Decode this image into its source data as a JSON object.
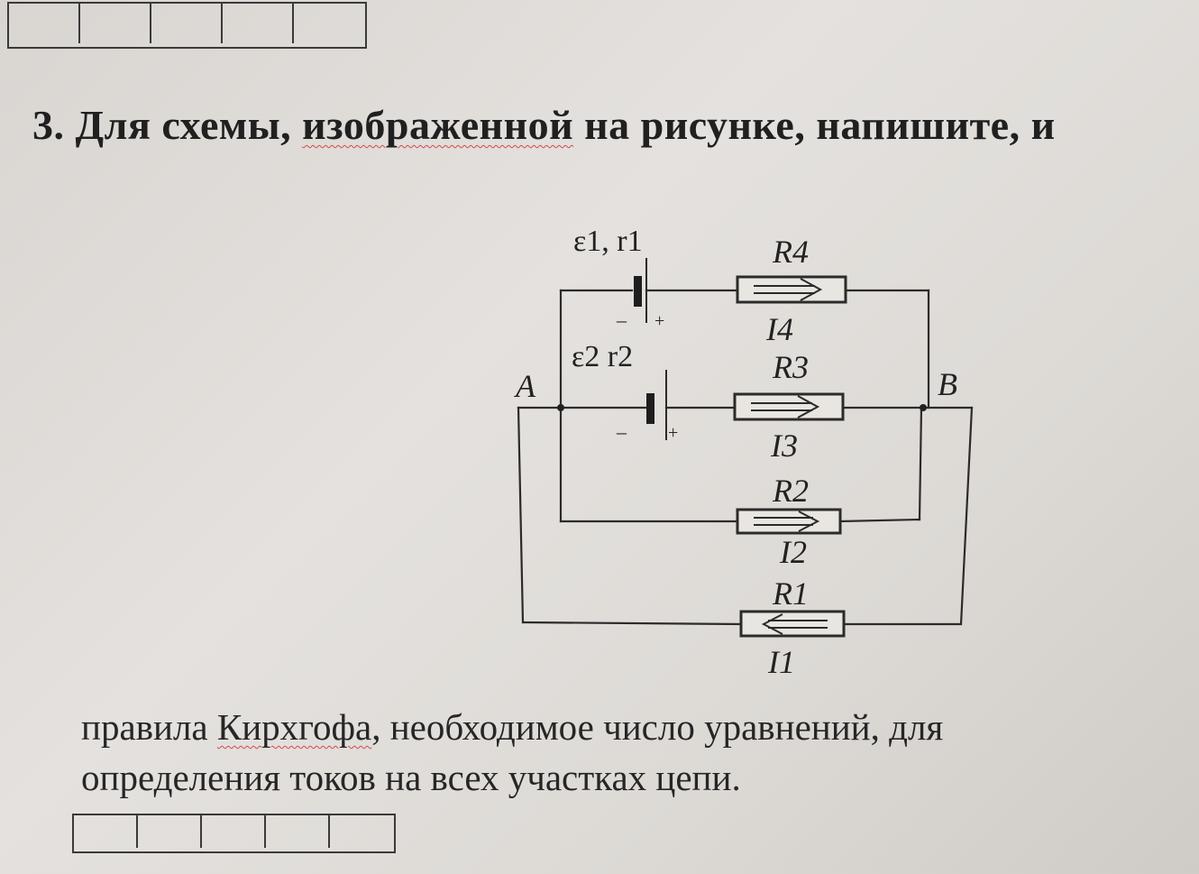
{
  "question": {
    "number": "3.",
    "text_pre": "Для схемы, ",
    "text_flagged": "изображенной",
    "text_post": " на рисунке, напишите, и",
    "continuation_pre": "правила ",
    "continuation_flagged": "Кирхгофа",
    "continuation_post": ", необходимое число уравнений, для",
    "continuation_line2": "определения токов на всех участках цепи."
  },
  "answer_boxes": {
    "top_count": 5,
    "bottom_count": 5
  },
  "circuit": {
    "nodes": {
      "a": "A",
      "b": "B"
    },
    "sources": {
      "e1": "ε1, r1",
      "e2": "ε2 r2"
    },
    "polarity": {
      "minus": "–",
      "plus": "+"
    },
    "resistors": {
      "r4": "R4",
      "r3": "R3",
      "r2": "R2",
      "r1": "R1"
    },
    "currents": {
      "i4": "I4",
      "i3": "I3",
      "i2": "I2",
      "i1": "I1"
    }
  },
  "colors": {
    "paper": "#dedad6",
    "ink": "#222222",
    "spellcheck": "#d24a4a"
  }
}
